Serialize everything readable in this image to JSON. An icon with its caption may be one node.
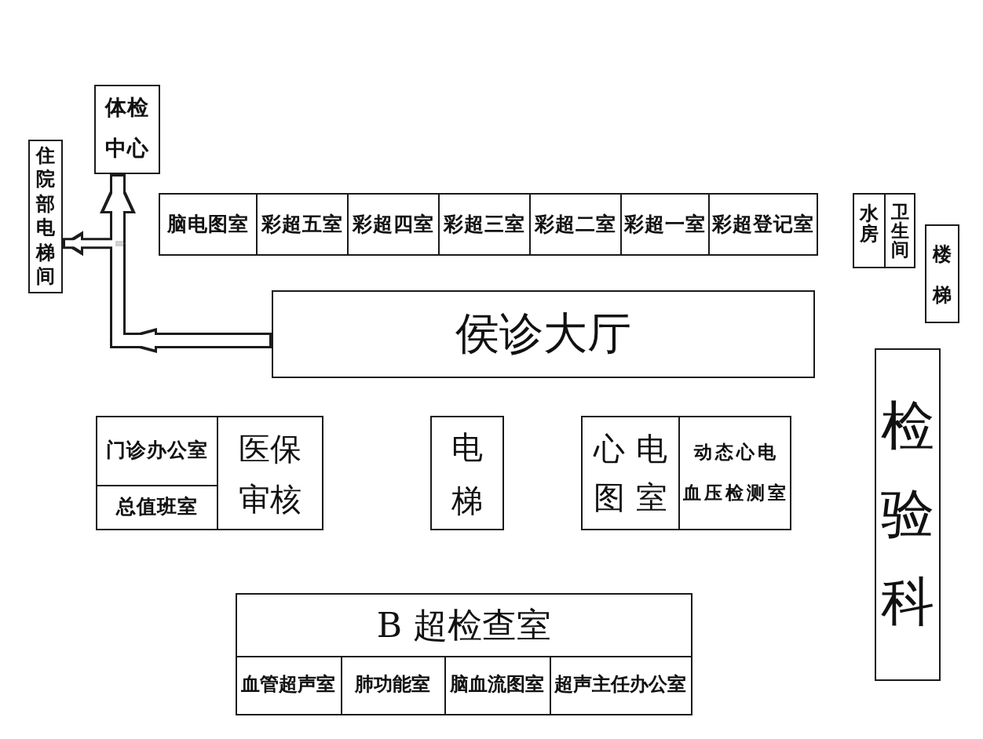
{
  "diagram": {
    "nodes": [
      {
        "text": [
          "体检中心"
        ]
      },
      {
        "text": [
          "住院部电梯间"
        ]
      },
      {
        "text": [
          "脑电图室"
        ]
      },
      {
        "text": [
          "彩超五室"
        ]
      },
      {
        "text": [
          "彩超四室"
        ]
      },
      {
        "text": [
          "彩超三室"
        ]
      },
      {
        "text": [
          "彩超二室"
        ]
      },
      {
        "text": [
          "彩超一室"
        ]
      },
      {
        "text": [
          "彩超登记室"
        ]
      },
      {
        "text": [
          "水房"
        ]
      },
      {
        "text": [
          "卫生间"
        ]
      },
      {
        "text": [
          "楼梯"
        ]
      },
      {
        "text": [
          "侯诊大厅"
        ]
      },
      {
        "text": [
          "门诊办公室"
        ]
      },
      {
        "text": [
          "医保审核"
        ]
      },
      {
        "text": [
          "总值班室"
        ]
      },
      {
        "text": [
          "电梯"
        ]
      },
      {
        "text": [
          "心电图室"
        ]
      },
      {
        "text": [
          "动态心电血压检测室"
        ]
      },
      {
        "text": [
          "检验科"
        ]
      },
      {
        "text": [
          "B 超检查室"
        ]
      },
      {
        "text": [
          "血管超声室"
        ],
        "in": 20
      },
      {
        "text": [
          "肺功能室"
        ],
        "in": 20
      },
      {
        "text": [
          "脑血流图室"
        ],
        "in": 20
      },
      {
        "text": [
          "超声主任办公室"
        ],
        "in": 20
      }
    ],
    "edges": [
      {
        "from": 12,
        "to": 0,
        "arrow": "to"
      },
      {
        "from": 12,
        "to": 1,
        "arrow": "to"
      }
    ]
  }
}
